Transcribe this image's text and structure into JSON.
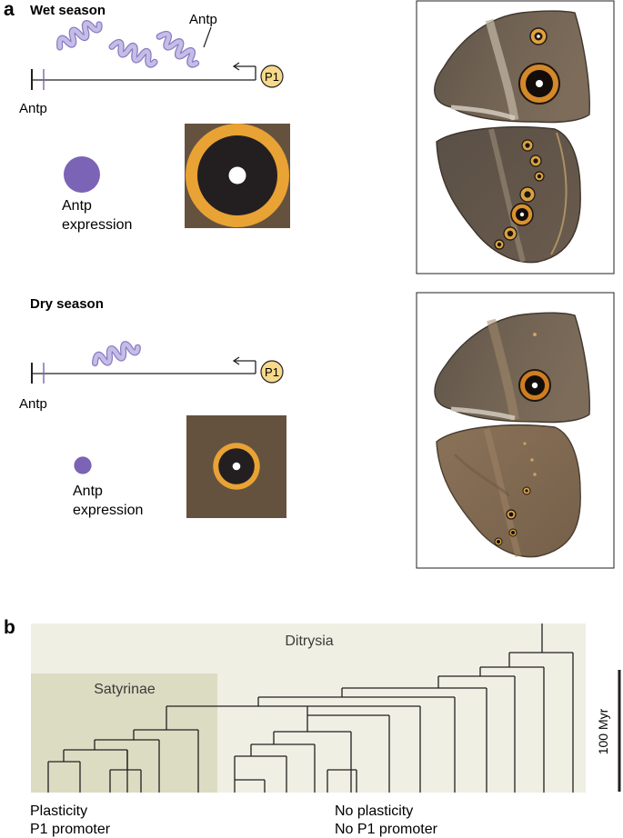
{
  "panel_a": {
    "letter": "a",
    "wet": {
      "title": "Wet season",
      "protein_label": "Antp",
      "gene_label": "Antp",
      "promoter_label": "P1",
      "expression_line1": "Antp",
      "expression_line2": "expression",
      "expression_level": 1.0,
      "eyespot_level": 1.0
    },
    "dry": {
      "title": "Dry season",
      "gene_label": "Antp",
      "promoter_label": "P1",
      "expression_line1": "Antp",
      "expression_line2": "expression",
      "expression_level": 0.48,
      "eyespot_level": 0.45
    }
  },
  "panel_b": {
    "letter": "b",
    "clade_outer": "Ditrysia",
    "clade_inner": "Satyrinae",
    "scale_label": "100 Myr",
    "left_line1": "Plasticity",
    "left_line2": "P1 promoter",
    "right_line1": "No plasticity",
    "right_line2": "No P1 promoter"
  },
  "colors": {
    "antp_purple": "#7b63b5",
    "helix": "#b3a9dc",
    "eyespot_orange": "#e9a234",
    "eyespot_black": "#231f20",
    "wing_brown": "#64523f",
    "ditrysia_bg": "#efefe4",
    "satyrinae_bg": "#dcdcc3",
    "promoter_fill": "#f6d98b"
  }
}
